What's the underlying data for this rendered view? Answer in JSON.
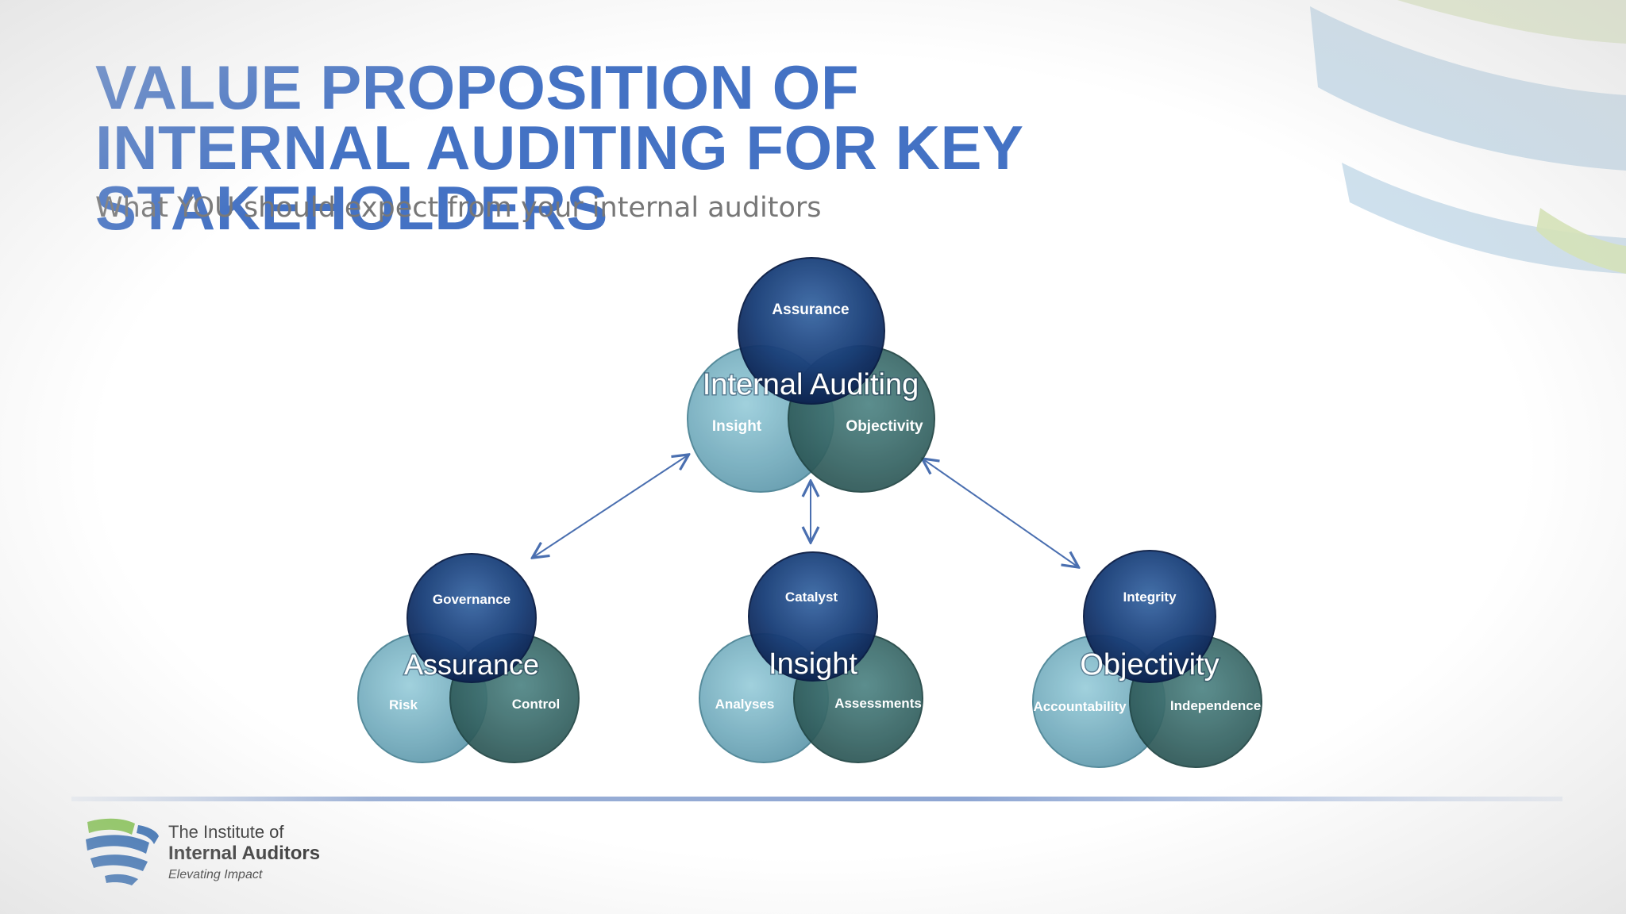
{
  "slide": {
    "title": "VALUE PROPOSITION OF INTERNAL AUDITING FOR KEY STAKEHOLDERS",
    "subtitle": "What YOU should expect from your internal auditors"
  },
  "diagram": {
    "center": {
      "title": "Internal Auditing",
      "top": "Assurance",
      "left": "Insight",
      "right": "Objectivity"
    },
    "clusters": [
      {
        "title": "Assurance",
        "top": "Governance",
        "left": "Risk",
        "right": "Control"
      },
      {
        "title": "Insight",
        "top": "Catalyst",
        "left": "Analyses",
        "right": "Assessments"
      },
      {
        "title": "Objectivity",
        "top": "Integrity",
        "left": "Accountability",
        "right": "Independence"
      }
    ]
  },
  "logo": {
    "line1": "The Institute of",
    "line2": "Internal Auditors",
    "tagline": "Elevating Impact"
  },
  "colors": {
    "title": "#4472C4",
    "subtitle": "#777777",
    "arrow": "#4a6fb0",
    "dark_blue": "#12305f",
    "light_teal": "#6fa9bc",
    "dark_teal": "#2f5d5c"
  }
}
